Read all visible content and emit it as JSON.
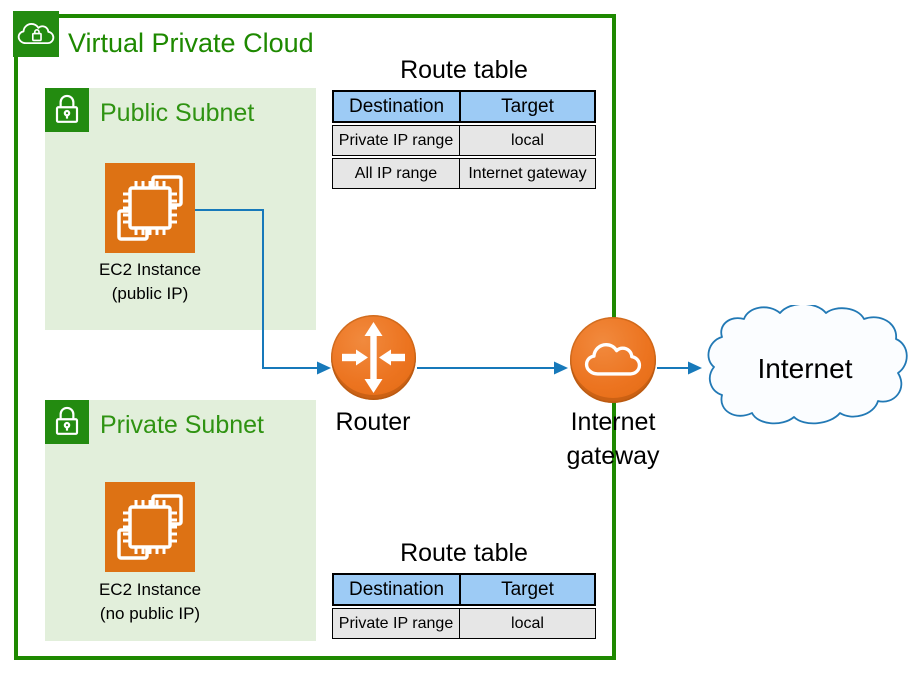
{
  "vpc": {
    "title": "Virtual Private Cloud",
    "icon": "cloud-lock-icon"
  },
  "public_subnet": {
    "title": "Public Subnet",
    "icon": "padlock-icon",
    "ec2": {
      "icon": "chip-icon",
      "label_line1": "EC2 Instance",
      "label_line2": "(public IP)"
    }
  },
  "private_subnet": {
    "title": "Private Subnet",
    "icon": "padlock-icon",
    "ec2": {
      "icon": "chip-icon",
      "label_line1": "EC2 Instance",
      "label_line2": "(no public IP)"
    }
  },
  "route_table_public": {
    "title": "Route table",
    "columns": [
      "Destination",
      "Target"
    ],
    "rows": [
      {
        "destination": "Private IP range",
        "target": "local"
      },
      {
        "destination": "All IP range",
        "target": "Internet gateway"
      }
    ]
  },
  "route_table_private": {
    "title": "Route table",
    "columns": [
      "Destination",
      "Target"
    ],
    "rows": [
      {
        "destination": "Private IP range",
        "target": "local"
      }
    ]
  },
  "router": {
    "label": "Router",
    "icon": "crossed-arrows-icon"
  },
  "internet_gateway": {
    "label_line1": "Internet",
    "label_line2": "gateway",
    "icon": "cloud-icon"
  },
  "internet": {
    "label": "Internet",
    "icon": "cloud-outline"
  },
  "colors": {
    "vpc_green": "#1E8900",
    "subnet_title_green": "#2F9312",
    "subnet_fill": "#E2EFDB",
    "icon_green": "#238B10",
    "ec2_orange": "#DD7214",
    "circle_orange": "#EC7420",
    "connector_blue": "#1779BA",
    "table_header_blue": "#9DCBF5",
    "table_row_gray": "#E6E6E6",
    "cloud_outline_blue": "#2279B5"
  }
}
